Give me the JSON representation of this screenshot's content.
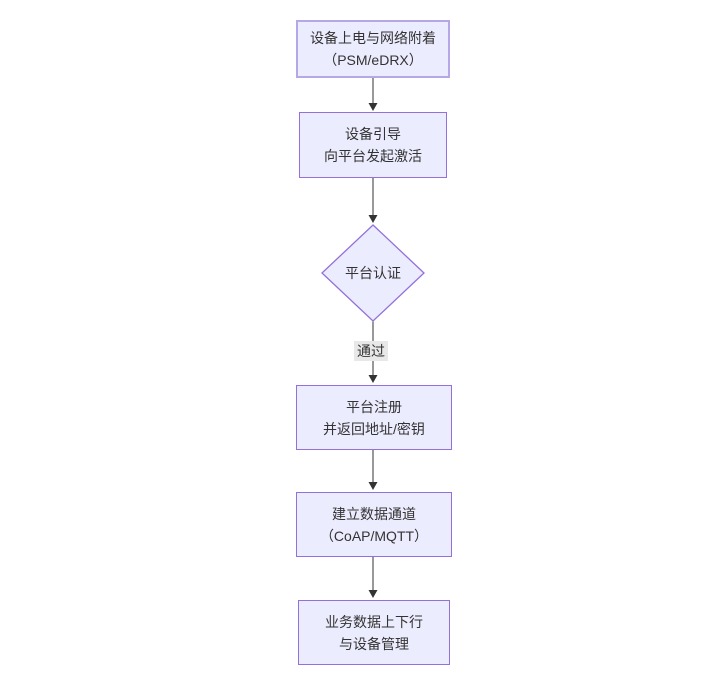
{
  "colors": {
    "canvas-bg": "#ffffff",
    "node-fill": "#ececff",
    "node-border": "#9370db",
    "start-node-border": "#b6a8e6",
    "edge-line": "#333333",
    "arrowhead": "#333333",
    "text": "#333333",
    "edge-label-bg": "#e8e8e8"
  },
  "diagram": {
    "type": "flowchart-top-down",
    "nodes": [
      {
        "id": "device-power-on",
        "shape": "rect",
        "lines": [
          "设备上电与网络附着",
          "（PSM/eDRX）"
        ]
      },
      {
        "id": "device-bootstrap",
        "shape": "rect",
        "lines": [
          "设备引导",
          "向平台发起激活"
        ]
      },
      {
        "id": "platform-auth",
        "shape": "diamond",
        "lines": [
          "平台认证"
        ]
      },
      {
        "id": "platform-register",
        "shape": "rect",
        "lines": [
          "平台注册",
          "并返回地址/密钥"
        ]
      },
      {
        "id": "data-channel",
        "shape": "rect",
        "lines": [
          "建立数据通道",
          "（CoAP/MQTT）"
        ]
      },
      {
        "id": "business-data",
        "shape": "rect",
        "lines": [
          "业务数据上下行",
          "与设备管理"
        ]
      }
    ],
    "edges": [
      {
        "from": "device-power-on",
        "to": "device-bootstrap",
        "label": ""
      },
      {
        "from": "device-bootstrap",
        "to": "platform-auth",
        "label": ""
      },
      {
        "from": "platform-auth",
        "to": "platform-register",
        "label": "通过"
      },
      {
        "from": "platform-register",
        "to": "data-channel",
        "label": ""
      },
      {
        "from": "data-channel",
        "to": "business-data",
        "label": ""
      }
    ]
  }
}
